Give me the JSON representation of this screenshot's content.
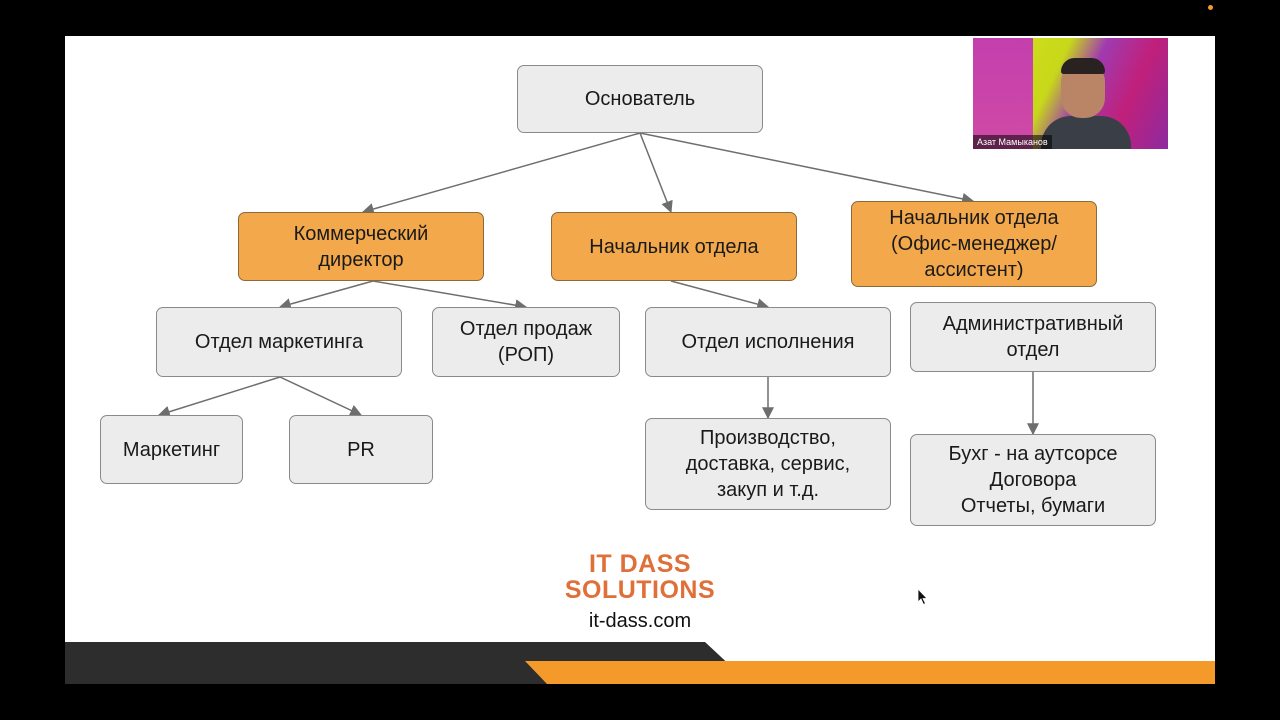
{
  "diagram": {
    "nodes": {
      "founder": "Основатель",
      "commercial_director": "Коммерческий\nдиректор",
      "head_center": "Начальник отдела",
      "head_right": "Начальник отдела\n(Офис-менеджер/\nассистент)",
      "marketing_dept": "Отдел маркетинга",
      "sales_dept": "Отдел продаж\n(РОП)",
      "execution_dept": "Отдел исполнения",
      "admin_dept": "Административный\nотдел",
      "marketing": "Маркетинг",
      "pr": "PR",
      "production": "Производство,\nдоставка, сервис,\nзакуп и т.д.",
      "accounting": "Бухг - на аутсорсе\nДоговора\nОтчеты, бумаги"
    },
    "colors": {
      "gray_box": "#ececec",
      "orange_box": "#f3a94b",
      "arrow": "#6e6e6e"
    }
  },
  "branding": {
    "logo_line1": "IT DASS",
    "logo_line2": "SOLUTIONS",
    "url": "it-dass.com",
    "logo_color": "#e0703a",
    "band_dark": "#2d2d2d",
    "band_orange": "#f39a2b"
  },
  "video": {
    "participant_name": "Азат Мамыканов"
  }
}
